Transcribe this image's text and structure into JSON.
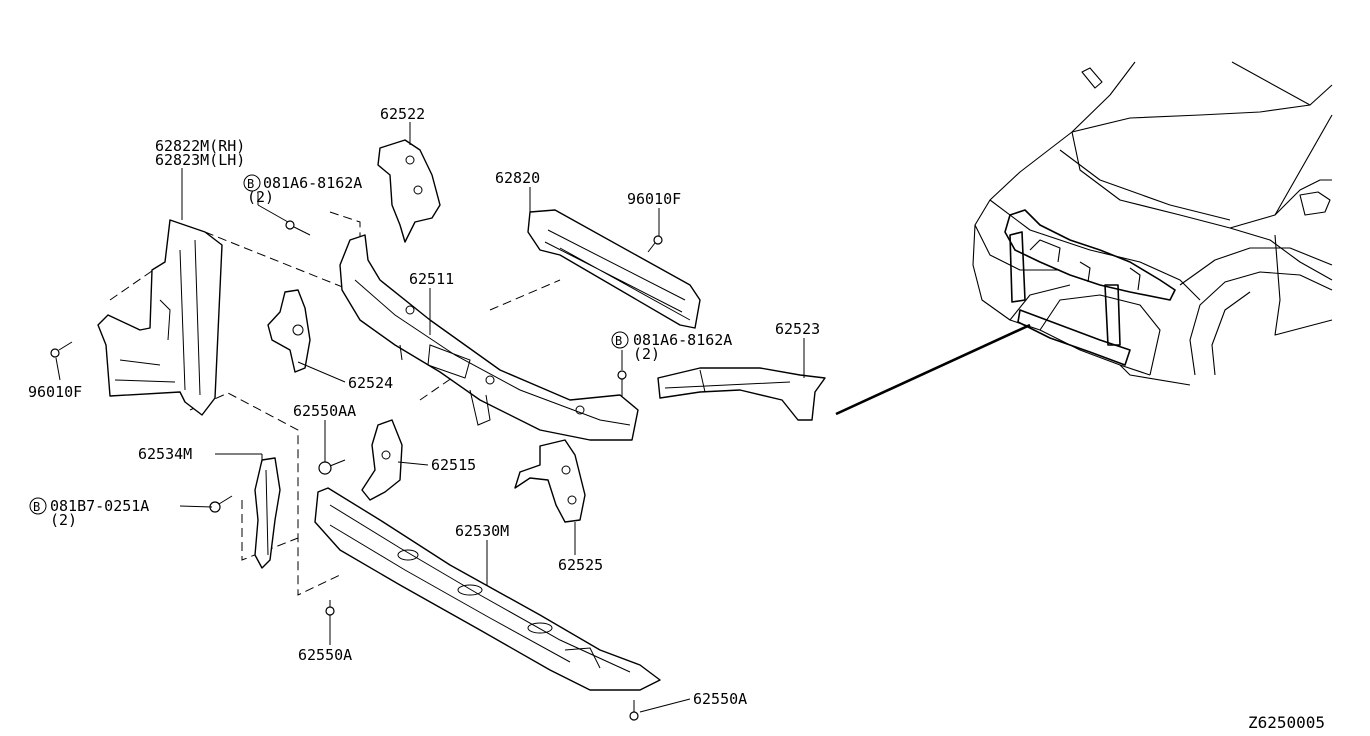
{
  "diagram_id": "Z6250005",
  "labels": {
    "p62822m_rh": "62822M(RH)",
    "p62823m_lh": "62823M(LH)",
    "p62522": "62522",
    "p081a6_top": "081A6-8162A",
    "p081a6_top_qty": "(2)",
    "p62820": "62820",
    "p96010f_right": "96010F",
    "p62511": "62511",
    "p081a6_right": "081A6-8162A",
    "p081a6_right_qty": "(2)",
    "p62523": "62523",
    "p96010f_left": "96010F",
    "p62524": "62524",
    "p62550aa": "62550AA",
    "p62534m": "62534M",
    "p62515": "62515",
    "p081b7": "081B7-0251A",
    "p081b7_qty": "(2)",
    "p62530m": "62530M",
    "p62525": "62525",
    "p62550a_left": "62550A",
    "p62550a_right": "62550A",
    "b_marker": "B"
  }
}
